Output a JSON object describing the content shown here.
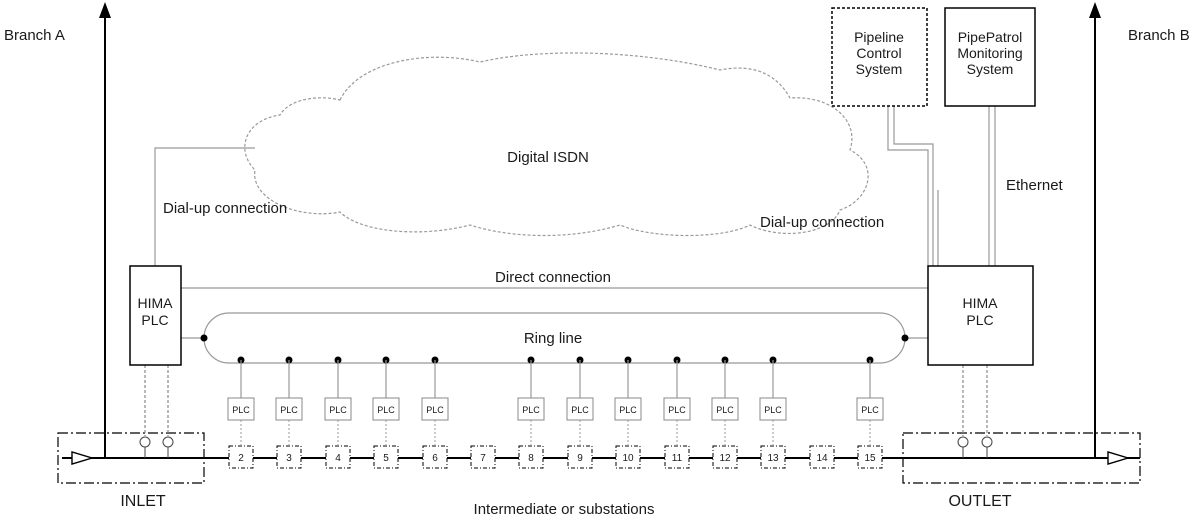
{
  "labels": {
    "branch_a": "Branch A",
    "branch_b": "Branch B",
    "digital_isdn": "Digital ISDN",
    "dialup_left": "Dial-up connection",
    "dialup_right": "Dial-up connection",
    "direct_connection": "Direct connection",
    "ring_line": "Ring line",
    "ethernet": "Ethernet",
    "inlet": "INLET",
    "outlet": "OUTLET",
    "stations_caption": "Intermediate or substations"
  },
  "hima_left": {
    "line1": "HIMA",
    "line2": "PLC"
  },
  "hima_right": {
    "line1": "HIMA",
    "line2": "PLC"
  },
  "pipeline_control": {
    "line1": "Pipeline",
    "line2": "Control",
    "line3": "System"
  },
  "pipepatrol": {
    "line1": "PipePatrol",
    "line2": "Monitoring",
    "line3": "System"
  },
  "plc_label": "PLC",
  "stations": [
    {
      "number": "2",
      "has_plc": true
    },
    {
      "number": "3",
      "has_plc": true
    },
    {
      "number": "4",
      "has_plc": true
    },
    {
      "number": "5",
      "has_plc": true
    },
    {
      "number": "6",
      "has_plc": true
    },
    {
      "number": "7",
      "has_plc": false
    },
    {
      "number": "8",
      "has_plc": true
    },
    {
      "number": "9",
      "has_plc": true
    },
    {
      "number": "10",
      "has_plc": true
    },
    {
      "number": "11",
      "has_plc": true
    },
    {
      "number": "12",
      "has_plc": true
    },
    {
      "number": "13",
      "has_plc": true
    },
    {
      "number": "14",
      "has_plc": false
    },
    {
      "number": "15",
      "has_plc": true
    }
  ]
}
